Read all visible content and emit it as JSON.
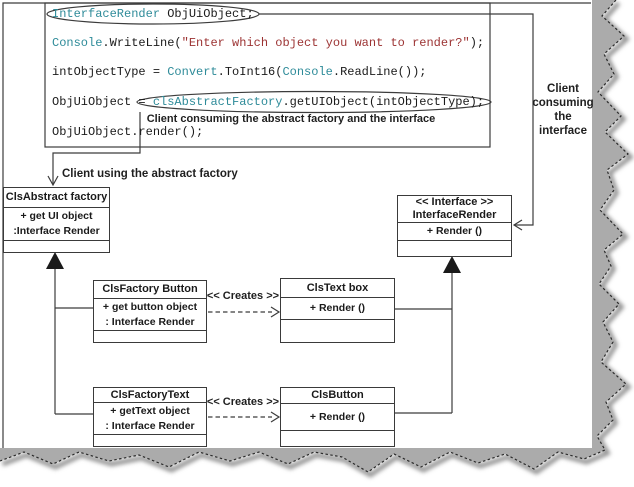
{
  "code": {
    "lines": [
      {
        "segments": [
          {
            "t": "InterfaceRender",
            "c": "type"
          },
          {
            "t": " ObjUiObject;",
            "c": "plain"
          }
        ]
      },
      {
        "segments": [
          {
            "t": "Console",
            "c": "type"
          },
          {
            "t": ".WriteLine(",
            "c": "plain"
          },
          {
            "t": "\"Enter which object you want to render?\"",
            "c": "string"
          },
          {
            "t": ");",
            "c": "plain"
          }
        ]
      },
      {
        "segments": [
          {
            "t": "intObjectType = ",
            "c": "plain"
          },
          {
            "t": "Convert",
            "c": "type"
          },
          {
            "t": ".ToInt16(",
            "c": "plain"
          },
          {
            "t": "Console",
            "c": "type"
          },
          {
            "t": ".ReadLine());",
            "c": "plain"
          }
        ]
      },
      {
        "segments": [
          {
            "t": "ObjUiObject = ",
            "c": "plain"
          },
          {
            "t": "clsAbstractFactory",
            "c": "type"
          },
          {
            "t": ".getUIObject(intObjectType);",
            "c": "plain"
          }
        ]
      },
      {
        "segments": [
          {
            "t": "ObjUiObject.render();",
            "c": "plain"
          }
        ]
      }
    ]
  },
  "annotations": {
    "consuming_factory": "Client consuming the abstract factory and the interface",
    "using_factory": "Client using the abstract factory",
    "consuming_interface": [
      "Client",
      "consuming",
      "the",
      "interface"
    ],
    "creates_top": "<< Creates >>",
    "creates_bottom": "<< Creates >>"
  },
  "classes": {
    "abstract_factory": {
      "title": "ClsAbstract factory",
      "members": [
        "+ get UI object",
        ":Interface Render"
      ]
    },
    "interface_render": {
      "stereotype": "<< Interface >>",
      "title": "InterfaceRender",
      "members": [
        "+ Render ()"
      ]
    },
    "factory_button": {
      "title": "ClsFactory Button",
      "members": [
        "+ get button object",
        ": Interface Render"
      ]
    },
    "textbox": {
      "title": "ClsText box",
      "members": [
        "+ Render ()"
      ]
    },
    "factory_text": {
      "title": "ClsFactoryText",
      "members": [
        "+ getText object",
        ": Interface Render"
      ]
    },
    "button": {
      "title": "ClsButton",
      "members": [
        "+ Render ()"
      ]
    }
  },
  "colors": {
    "type_identifier": "#2e8b99",
    "string_literal": "#9c3333",
    "line": "#3c3c3c",
    "torn_gray": "#ababab"
  }
}
